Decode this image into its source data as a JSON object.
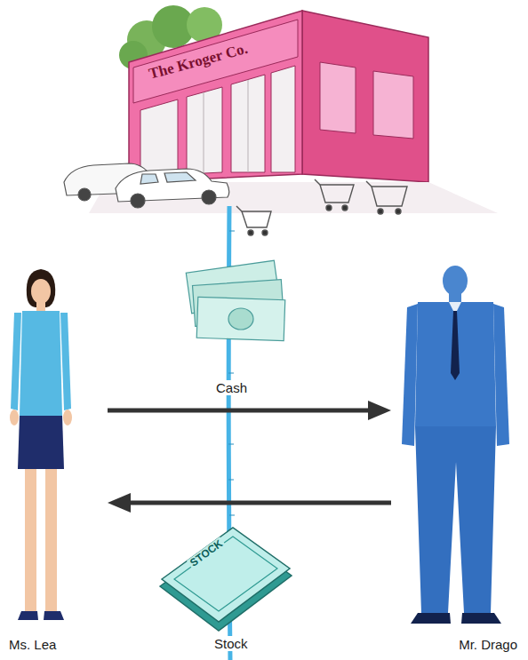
{
  "diagram": {
    "nodes": [
      {
        "text": [
          "Ms. Lea"
        ]
      },
      {
        "text": [
          "Mr. Drago"
        ]
      }
    ],
    "edges": [
      {
        "from": 0,
        "to": 1,
        "arrow": "to"
      },
      {
        "from": 1,
        "to": 0,
        "arrow": "to"
      }
    ],
    "labels": [
      "The Kroger Co.",
      "Cash",
      "STOCK",
      "Stock"
    ]
  }
}
